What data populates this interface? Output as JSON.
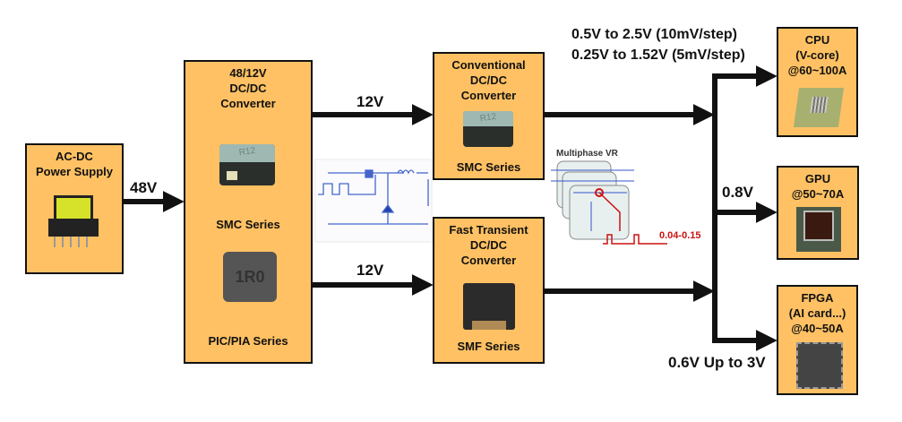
{
  "colors": {
    "box_fill": "#FFC163",
    "border": "#111111",
    "accent_red": "#CC1111",
    "schematic_blue": "#3355CC"
  },
  "acdc": {
    "title_line1": "AC-DC",
    "title_line2": "Power Supply",
    "icon": "transformer-image"
  },
  "dcdc4812": {
    "title_line1": "48/12V",
    "title_line2": "DC/DC",
    "title_line3": "Converter",
    "series1": "SMC Series",
    "series2": "PIC/PIA Series",
    "icon1": "smc-inductor-image",
    "icon2": "pic-inductor-image",
    "inductor_marking": "1R0",
    "smc_marking": "R12"
  },
  "conventional": {
    "title_line1": "Conventional",
    "title_line2": "DC/DC",
    "title_line3": "Converter",
    "series": "SMC Series"
  },
  "fast": {
    "title_line1": "Fast Transient",
    "title_line2": "DC/DC",
    "title_line3": "Converter",
    "series": "SMF Series"
  },
  "cpu": {
    "line1": "CPU",
    "line2": "(V-core)",
    "line3": "@60~100A"
  },
  "gpu": {
    "line1": "GPU",
    "line2": "@50~70A"
  },
  "fpga": {
    "line1": "FPGA",
    "line2": "(AI card...)",
    "line3": "@40~50A"
  },
  "labels": {
    "v48": "48V",
    "v12_top": "12V",
    "v12_bottom": "12V",
    "cpu_range1": "0.5V to 2.5V (10mV/step)",
    "cpu_range2": "0.25V to 1.52V (5mV/step)",
    "gpu_v": "0.8V",
    "fpga_v": "0.6V Up to 3V",
    "multiphase": "Multiphase VR",
    "duty": "0.04-0.15"
  }
}
